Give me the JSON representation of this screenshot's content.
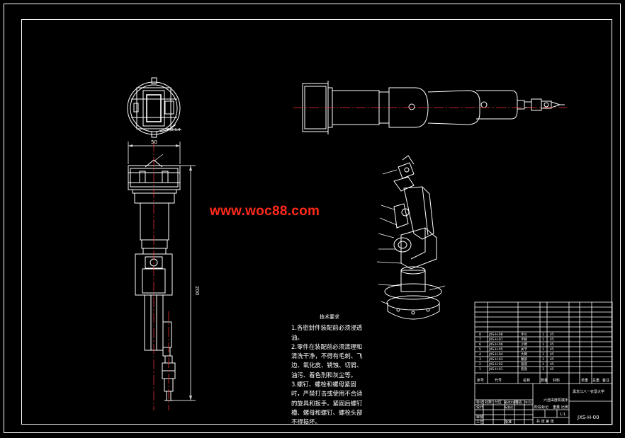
{
  "watermark": "www.woc88.com",
  "dimensions": {
    "width_label": "50",
    "height_label": "200",
    "section_label": "A(2)1:0"
  },
  "technical_requirements": {
    "title": "技术要求",
    "items": [
      "1.各密封件装配前必须浸透油。",
      "2.零件在装配前必须清理和清洗干净，不得有毛刺、飞边、氧化皮、锈蚀、切屑、油污、着色剂和灰尘等。",
      "3.螺钉、螺栓和螺母紧固时，严禁打击或使用不合适的旋具和扳手。紧固后螺钉槽、螺母和螺钉、螺栓头部不得损坏。"
    ]
  },
  "title_block": {
    "school": "黑龙江八一农垦大学",
    "drawing_name": "六自由度机械手",
    "drawing_number": "JXS-H-00",
    "bom_header": [
      "序号",
      "代号",
      "名称",
      "数量",
      "材料",
      "单重",
      "总重",
      "备注"
    ],
    "bom_rows": [
      [
        "JXS-H-08",
        "手爪",
        "1",
        "45"
      ],
      [
        "JXS-H-07",
        "手腕",
        "1",
        "45"
      ],
      [
        "JXS-H-06",
        "小臂",
        "1",
        "45"
      ],
      [
        "JXS-H-05",
        "关节",
        "1",
        "45"
      ],
      [
        "JXS-H-04",
        "大臂",
        "1",
        "45"
      ],
      [
        "JXS-H-03",
        "腰部",
        "1",
        "45"
      ],
      [
        "JXS-H-02",
        "基座",
        "1",
        "45"
      ],
      [
        "JXS-H-01",
        "底盘",
        "1",
        "45"
      ]
    ],
    "labels": {
      "mark": "标记",
      "count": "处数",
      "division": "分区",
      "change_doc": "更改文件号",
      "signature": "签名",
      "date": "年月日",
      "design": "设计",
      "standardize": "标准化",
      "stage_mark": "阶段标记",
      "weight": "重量",
      "scale": "比例",
      "scale_value": "1:1",
      "sheet": "共 张 第 张",
      "check": "审核",
      "process": "工艺",
      "approve": "批准"
    }
  },
  "colors": {
    "line": "#ffffff",
    "watermark": "#ff2a1a",
    "center_line": "#ff3333",
    "dim_line": "#d0d0d0"
  }
}
